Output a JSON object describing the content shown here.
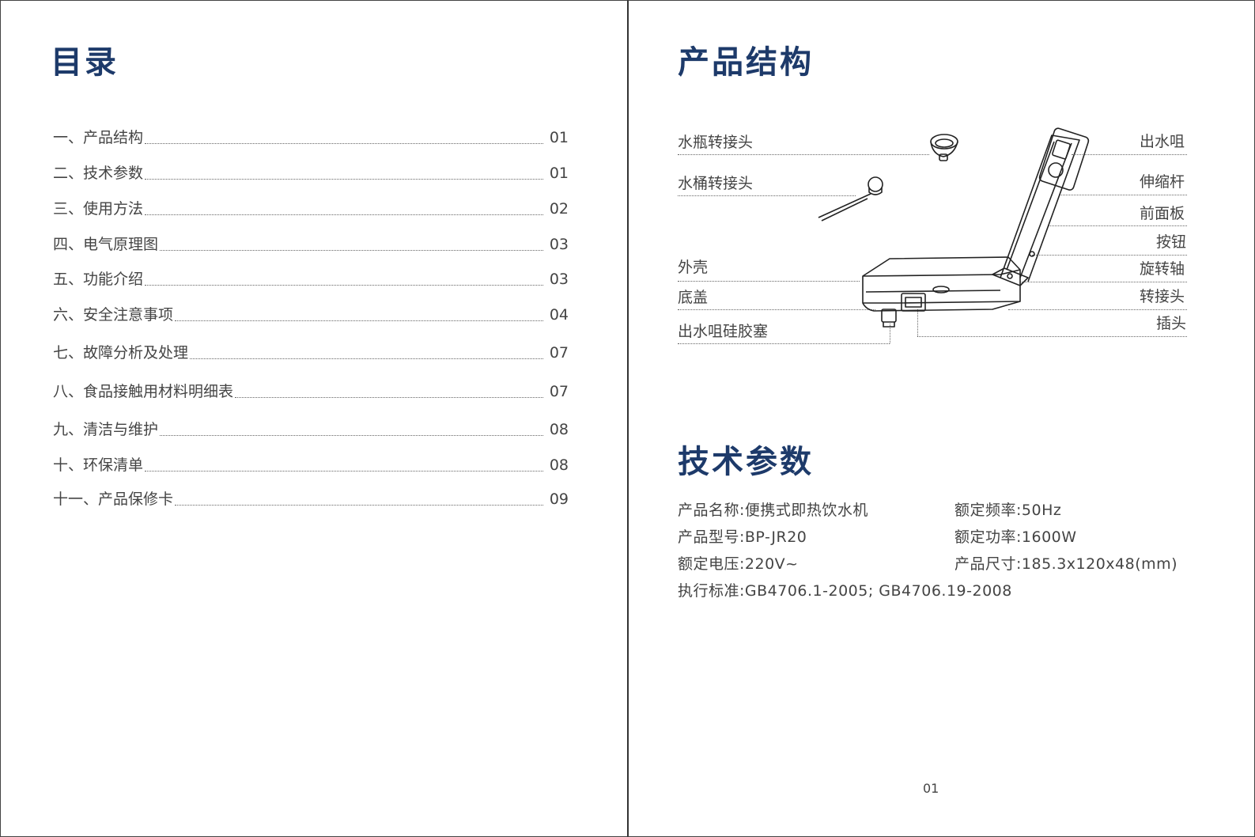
{
  "left_page": {
    "title": "目录",
    "toc": [
      {
        "label": "一、产品结构",
        "page": "01"
      },
      {
        "label": "二、技术参数",
        "page": "01"
      },
      {
        "label": "三、使用方法",
        "page": "02"
      },
      {
        "label": "四、电气原理图",
        "page": "03"
      },
      {
        "label": "五、功能介绍",
        "page": "03"
      },
      {
        "label": "六、安全注意事项",
        "page": "04"
      },
      {
        "label": "七、故障分析及处理",
        "page": "07"
      },
      {
        "label": "八、食品接触用材料明细表",
        "page": "07"
      },
      {
        "label": "九、清洁与维护",
        "page": "08"
      },
      {
        "label": "十、环保清单",
        "page": "08"
      },
      {
        "label": "十一、产品保修卡",
        "page": "09"
      }
    ]
  },
  "right_page": {
    "structure_title": "产品结构",
    "parts_left": [
      "水瓶转接头",
      "水桶转接头",
      "外壳",
      "底盖",
      "出水咀硅胶塞"
    ],
    "parts_right": [
      "出水咀",
      "伸缩杆",
      "前面板",
      "按钮",
      "旋转轴",
      "转接头",
      "插头"
    ],
    "specs_title": "技术参数",
    "specs": [
      "产品名称:便携式即热饮水机",
      "额定频率:50Hz",
      "产品型号:BP-JR20",
      "额定功率:1600W",
      "额定电压:220V~",
      "产品尺寸:185.3x120x48(mm)",
      "执行标准:GB4706.1-2005; GB4706.19-2008"
    ],
    "page_number": "01"
  }
}
